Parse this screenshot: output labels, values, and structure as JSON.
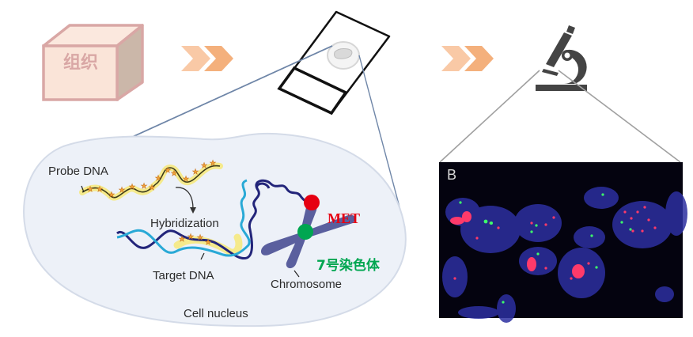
{
  "steps": {
    "tissue": {
      "label": "组织",
      "icon": "tissue-block-icon"
    },
    "slide": {
      "icon": "glass-slide-icon"
    },
    "microscope": {
      "icon": "microscope-icon"
    },
    "arrows": [
      {
        "icon": "double-chevron-right-icon"
      },
      {
        "icon": "double-chevron-right-icon"
      }
    ]
  },
  "nucleus_diagram": {
    "probe_dna": "Probe DNA",
    "hybridization": "Hybridization",
    "target_dna": "Target DNA",
    "chromosome": "Chromosome",
    "cell_nucleus": "Cell nucleus",
    "gene_label": "MET",
    "chromosome_label": "7号染色体"
  },
  "fish_image": {
    "panel_label": "B"
  },
  "colors": {
    "tissue_fill": "#fae4d8",
    "tissue_stroke": "#d9a7a5",
    "chevron_light": "#f9c9a6",
    "chevron_dark": "#f4b07c",
    "nucleus_fill": "#edf1f8",
    "callout_line_blue": "#6f86a8",
    "callout_line_gray": "#a0a0a0",
    "met_red": "#e60012",
    "centromere_green": "#00a651",
    "chromosome_label_green": "#00a651",
    "chromosome_body": "#5a5f9e",
    "dna_dark": "#23257a",
    "dna_light": "#29a9d6",
    "probe_highlight": "#f5ea8c",
    "star_orange": "#f2a53c",
    "microscope_gray": "#444444"
  }
}
